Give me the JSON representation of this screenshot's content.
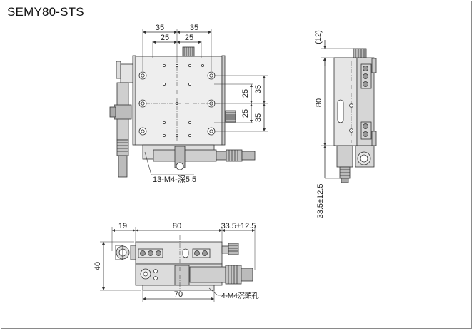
{
  "title": "SEMY80-STS",
  "top_view": {
    "dim_top_outer": "35",
    "dim_top_outer_2": "35",
    "dim_top_inner": "25",
    "dim_top_inner_2": "25",
    "dim_right_upper_inner": "25",
    "dim_right_upper_outer": "35",
    "dim_right_lower_inner": "25",
    "dim_right_lower_outer": "35",
    "hole_note": "13-M4-深5.5"
  },
  "side_view": {
    "dim_top": "(12)",
    "dim_height": "80",
    "dim_travel": "33.5±12.5"
  },
  "front_view": {
    "dim_left": "19",
    "dim_width": "80",
    "dim_travel": "33.5±12.5",
    "dim_height": "40",
    "dim_base": "70",
    "mount_note": "4-M4沉頭孔"
  },
  "colors": {
    "line": "#333333",
    "fill": "#d9d9d9",
    "dark": "#555555"
  }
}
